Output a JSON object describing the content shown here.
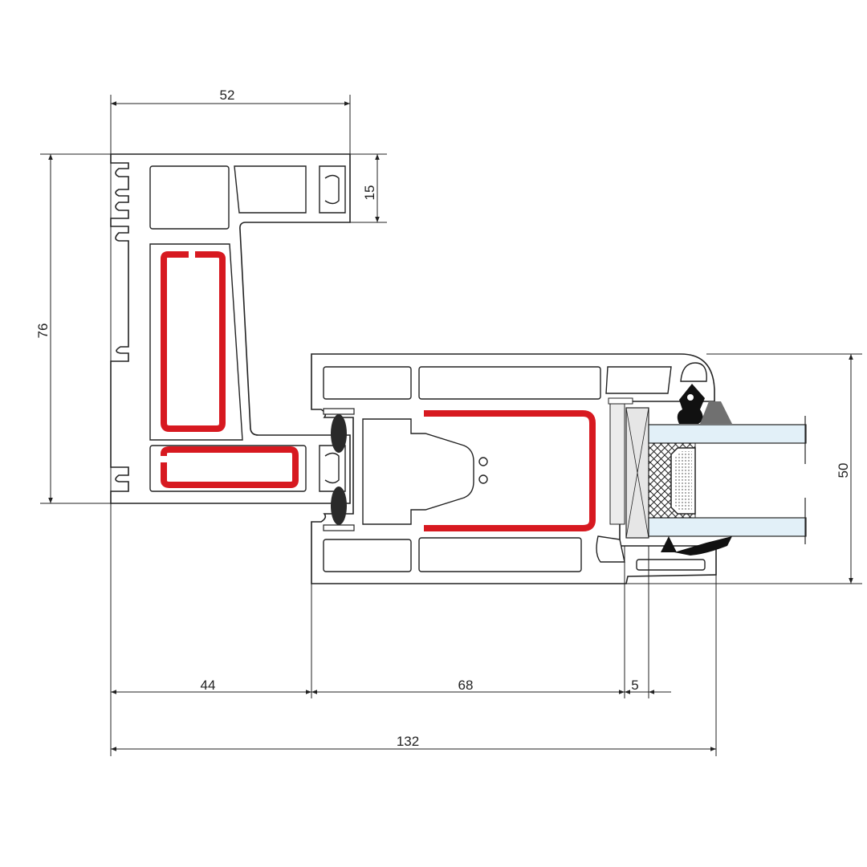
{
  "drawing": {
    "dimensions": {
      "frame_width": "52",
      "rebate_depth": "15",
      "frame_height": "76",
      "sash_height": "50",
      "frame_offset": "44",
      "sash_width": "68",
      "bead_gap": "5",
      "overall_width": "132"
    },
    "colors": {
      "reinforcement": "#d71920",
      "glass": "#e2f0f8",
      "line": "#222222",
      "setting_block": "#e6e6e6",
      "gasket": "#111111",
      "gasket_grey": "#707070"
    }
  }
}
